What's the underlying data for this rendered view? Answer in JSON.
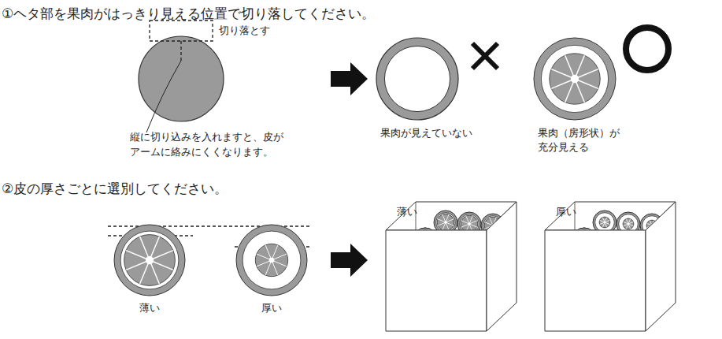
{
  "diagram": {
    "nodes": [
      {
        "text": [
          "果肉が見えていない"
        ]
      },
      {
        "text": [
          "果肉（房形状）が 充分見える"
        ]
      },
      {
        "text": [
          "薄い"
        ]
      },
      {
        "text": [
          "厚い"
        ]
      },
      {
        "text": [
          "薄い"
        ]
      },
      {
        "text": [
          "厚い"
        ]
      }
    ],
    "labels": [
      "①ヘタ部を果肉がはっきり見える位置で切り落してください。",
      "切り落とす",
      "縦に切り込みを入れますと、皮が アームに絡みにくくなります。",
      "②皮の厚さごとに選別してください。"
    ]
  }
}
